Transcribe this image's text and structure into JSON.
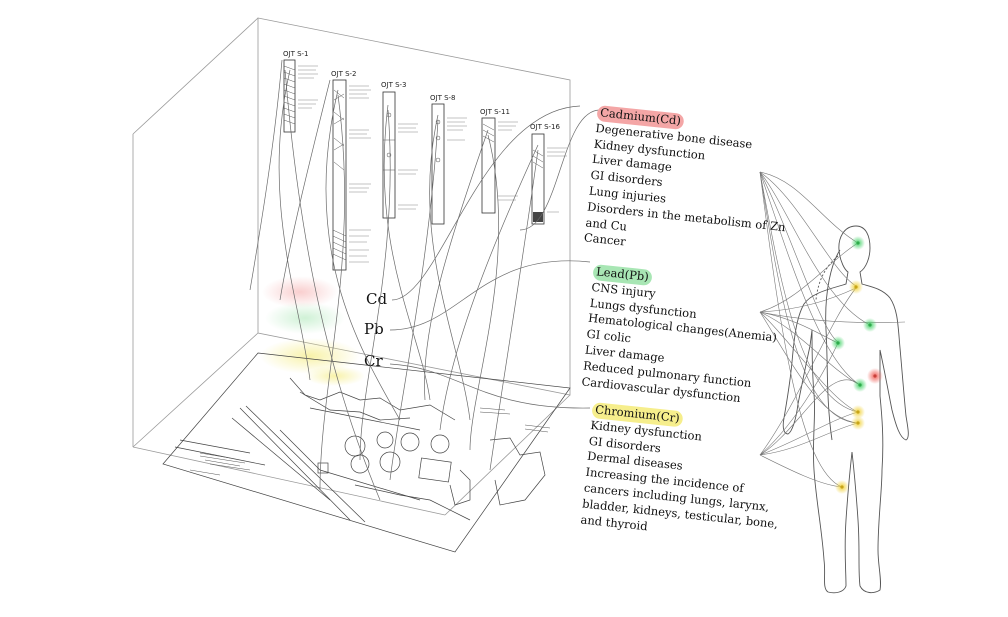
{
  "colors": {
    "cadmium": "#f4a6a6",
    "lead": "#a8e6b4",
    "chromium": "#f6ee8c",
    "node_green": "#47d36a",
    "node_yellow": "#f1d23a",
    "node_red": "#f0625b"
  },
  "cores": [
    {
      "label": "OJT S-1"
    },
    {
      "label": "OJT S-2"
    },
    {
      "label": "OJT S-3"
    },
    {
      "label": "OJT S-8"
    },
    {
      "label": "OJT S-11"
    },
    {
      "label": "OJT S-16"
    }
  ],
  "site_elements": [
    "Cd",
    "Pb",
    "Cr"
  ],
  "metals": [
    {
      "name": "Cadmium(Cd)",
      "effects": [
        "Degenerative bone disease",
        "Kidney dysfunction",
        "Liver damage",
        "GI disorders",
        "Lung injuries",
        "Disorders in the metabolism of Zn",
        "and Cu",
        "Cancer"
      ]
    },
    {
      "name": "Lead(Pb)",
      "effects": [
        "CNS injury",
        "Lungs dysfunction",
        "Hematological changes(Anemia)",
        "GI colic",
        "Liver damage",
        "Reduced pulmonary function",
        "Cardiovascular dysfunction"
      ]
    },
    {
      "name": "Chromium(Cr)",
      "effects": [
        "Kidney dysfunction",
        "GI disorders",
        "Dermal diseases",
        "Increasing the incidence of",
        "cancers including lungs, larynx,",
        "bladder, kidneys, testicular, bone,",
        "and thyroid"
      ]
    }
  ]
}
